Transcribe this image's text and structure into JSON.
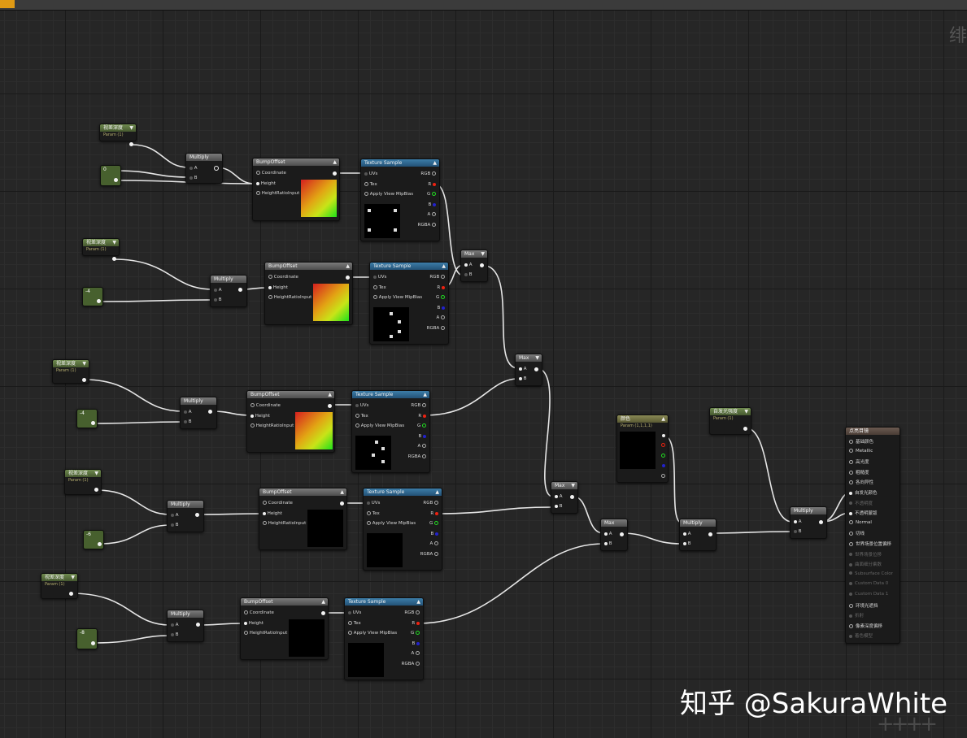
{
  "topbar": {
    "items": [
      "",
      "",
      "",
      ""
    ]
  },
  "corner_text": "绯",
  "bottom_corner_text": "++++",
  "watermark": "知乎 @SakuraWhite",
  "labels": {
    "multiply": "Multiply",
    "max": "Max",
    "bump_offset": "BumpOffset",
    "texture_sample": "Texture Sample",
    "param_sub": "Param (1)",
    "a": "A",
    "b": "B",
    "coordinate": "Coordinate",
    "height": "Height",
    "height_ratio_input": "HeightRatioInput",
    "uvs": "UVs",
    "tex": "Tex",
    "apply_view_mip_bias": "Apply View MipBias",
    "rgb": "RGB",
    "r": "R",
    "g": "G",
    "b_out": "B",
    "a_out": "A",
    "rgba": "RGBA"
  },
  "param_nodes": [
    {
      "label": "视差深度"
    },
    {
      "label": "视差深度"
    },
    {
      "label": "视差深度"
    },
    {
      "label": "视差深度"
    },
    {
      "label": "视差深度"
    }
  ],
  "constants": [
    "0",
    "-4",
    "-4",
    "-6",
    "-8"
  ],
  "color_param": {
    "label": "颜色",
    "sub": "Param (1,1,1,1)"
  },
  "emissive_param": {
    "label": "自发光强度",
    "sub": "Param (1)"
  },
  "result_node": {
    "title": "点亮目镜",
    "rows": [
      {
        "label": "基础颜色",
        "enabled": true
      },
      {
        "label": "Metallic",
        "enabled": true
      },
      {
        "label": "高光度",
        "enabled": true
      },
      {
        "label": "粗糙度",
        "enabled": true
      },
      {
        "label": "各向异性",
        "enabled": true
      },
      {
        "label": "自发光颜色",
        "enabled": true
      },
      {
        "label": "不透明度",
        "enabled": false
      },
      {
        "label": "不透明蒙版",
        "enabled": true
      },
      {
        "label": "Normal",
        "enabled": true
      },
      {
        "label": "切线",
        "enabled": true
      },
      {
        "label": "世界场景位置偏移",
        "enabled": true
      },
      {
        "label": "世界场景位移",
        "enabled": false
      },
      {
        "label": "曲面细分乘数",
        "enabled": false
      },
      {
        "label": "Subsurface Color",
        "enabled": false
      },
      {
        "label": "Custom Data 0",
        "enabled": false
      },
      {
        "label": "Custom Data 1",
        "enabled": false
      },
      {
        "label": "环境光遮挡",
        "enabled": true
      },
      {
        "label": "折射",
        "enabled": false
      },
      {
        "label": "像素深度偏移",
        "enabled": true
      },
      {
        "label": "着色模型",
        "enabled": false
      }
    ]
  }
}
